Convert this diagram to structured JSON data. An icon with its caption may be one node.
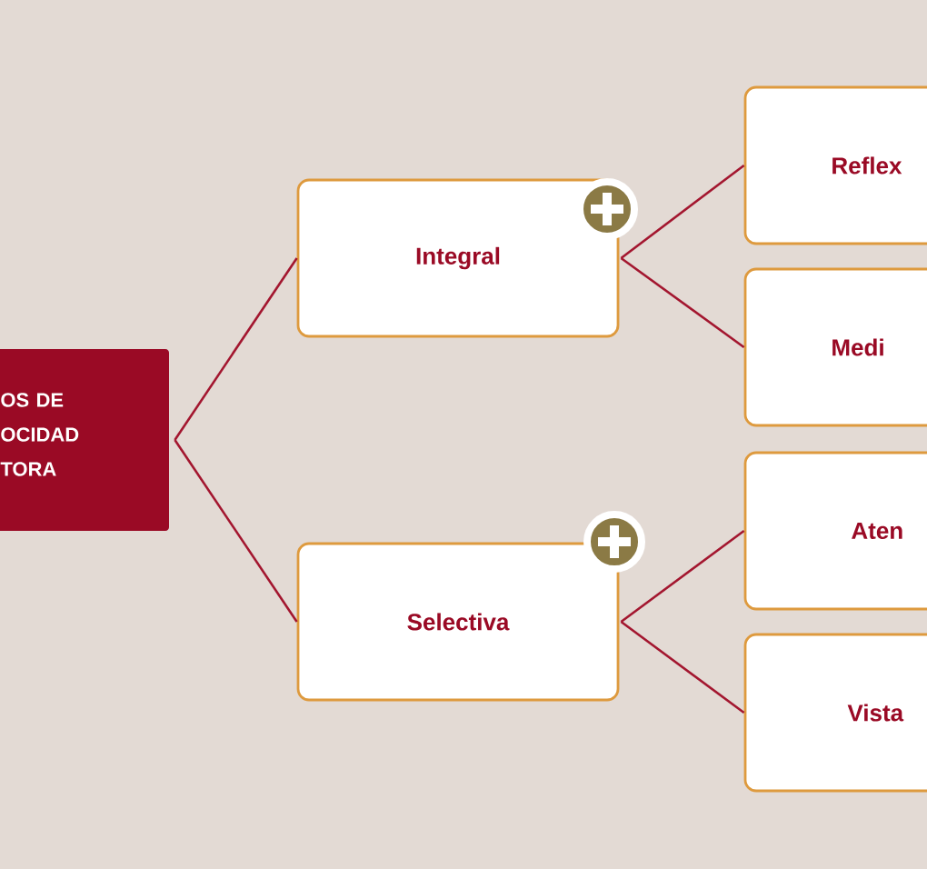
{
  "diagram": {
    "nodes": [
      {
        "text": [
          "OS DE OCIDAD TORA"
        ]
      },
      {
        "text": [
          "Integral"
        ]
      },
      {
        "text": [
          "Selectiva"
        ]
      },
      {
        "text": [
          "Reflex"
        ]
      },
      {
        "text": [
          "Medi"
        ]
      },
      {
        "text": [
          "Aten"
        ]
      },
      {
        "text": [
          "Vista"
        ]
      }
    ],
    "edges": [
      {
        "from": 0,
        "to": 1,
        "arrow": "none"
      },
      {
        "from": 0,
        "to": 2,
        "arrow": "none"
      },
      {
        "from": 1,
        "to": 3,
        "arrow": "none"
      },
      {
        "from": 1,
        "to": 4,
        "arrow": "none"
      },
      {
        "from": 2,
        "to": 5,
        "arrow": "none"
      },
      {
        "from": 2,
        "to": 6,
        "arrow": "none"
      }
    ]
  }
}
